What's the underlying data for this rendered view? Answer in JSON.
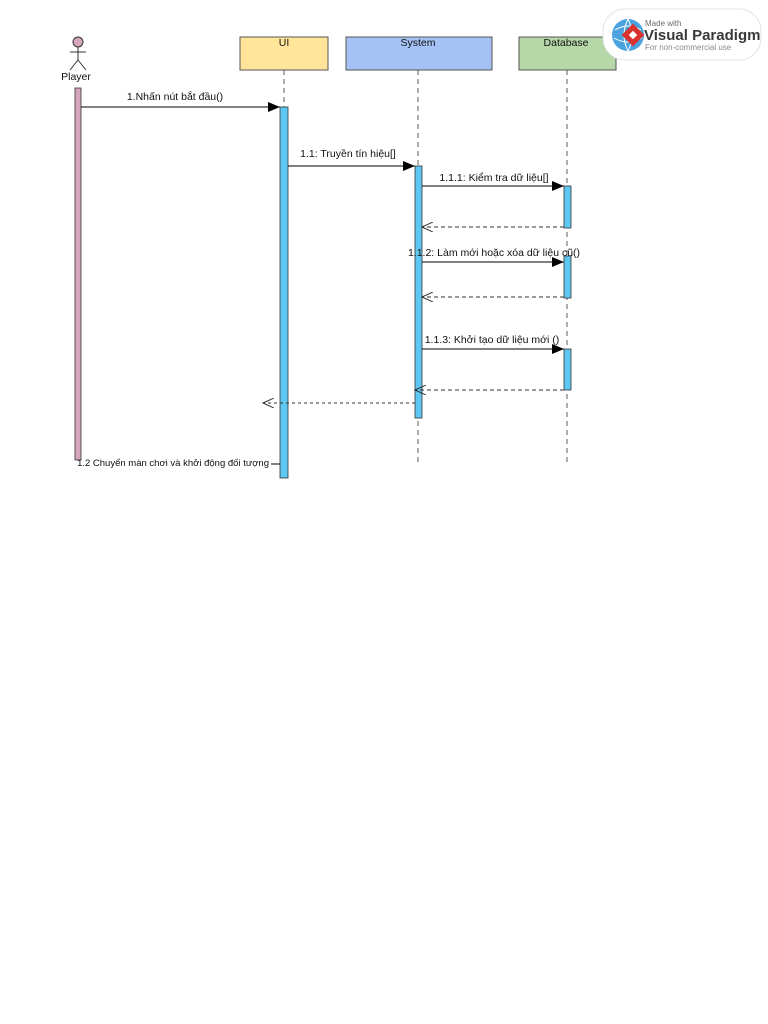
{
  "participants": {
    "player": "Player",
    "ui": "UI",
    "system": "System",
    "database": "Database"
  },
  "messages": {
    "m1": "1.Nhấn nút bắt đầu()",
    "m1_1": "1.1: Truyền tín hiệu[]",
    "m1_1_1": "1.1.1: Kiểm tra dữ liệu[]",
    "m1_1_2": "1.1.2: Làm mới hoặc xóa dữ liệu cũ()",
    "m1_1_3": "1.1.3: Khởi tạo dữ liệu mới ()",
    "m1_2": "1.2 Chuyển màn chơi và khởi động đối tượng"
  },
  "watermark": {
    "made_with": "Made with",
    "brand": "Visual Paradigm",
    "note": "For non-commercial use"
  },
  "colors": {
    "ui_head": "#ffe599",
    "system_head": "#a4c2f4",
    "database_head": "#b6d7a8",
    "activation": "#5ec8f2",
    "actor_bar": "#d5a6bd",
    "actor_head": "#d5a6bd"
  }
}
